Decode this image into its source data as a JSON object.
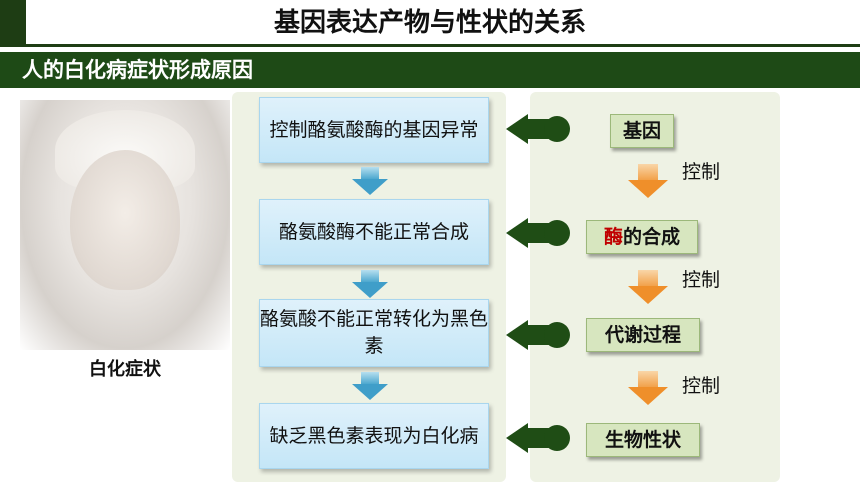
{
  "header": {
    "title": "基因表达产物与性状的关系",
    "subtitle": "人的白化病症状形成原因"
  },
  "photo": {
    "caption": "白化症状"
  },
  "flow_steps": [
    "控制酪氨酸酶的基因异常",
    "酪氨酸酶不能正常合成",
    "酪氨酸不能正常转化为黑色素",
    "缺乏黑色素表现为白化病"
  ],
  "chain": {
    "gene": "基因",
    "enzyme_highlight": "酶",
    "enzyme_rest": "的合成",
    "metabolism": "代谢过程",
    "trait": "生物性状",
    "control_label": "控制"
  },
  "colors": {
    "dark_green": "#1e4a16",
    "panel": "#eef2e4",
    "step_box": "#cde9f8",
    "label_box": "#d7e6bf",
    "orange_arrow": "#ef8f2a",
    "blue_arrow": "#3f9ec9",
    "highlight_red": "#c00000"
  }
}
